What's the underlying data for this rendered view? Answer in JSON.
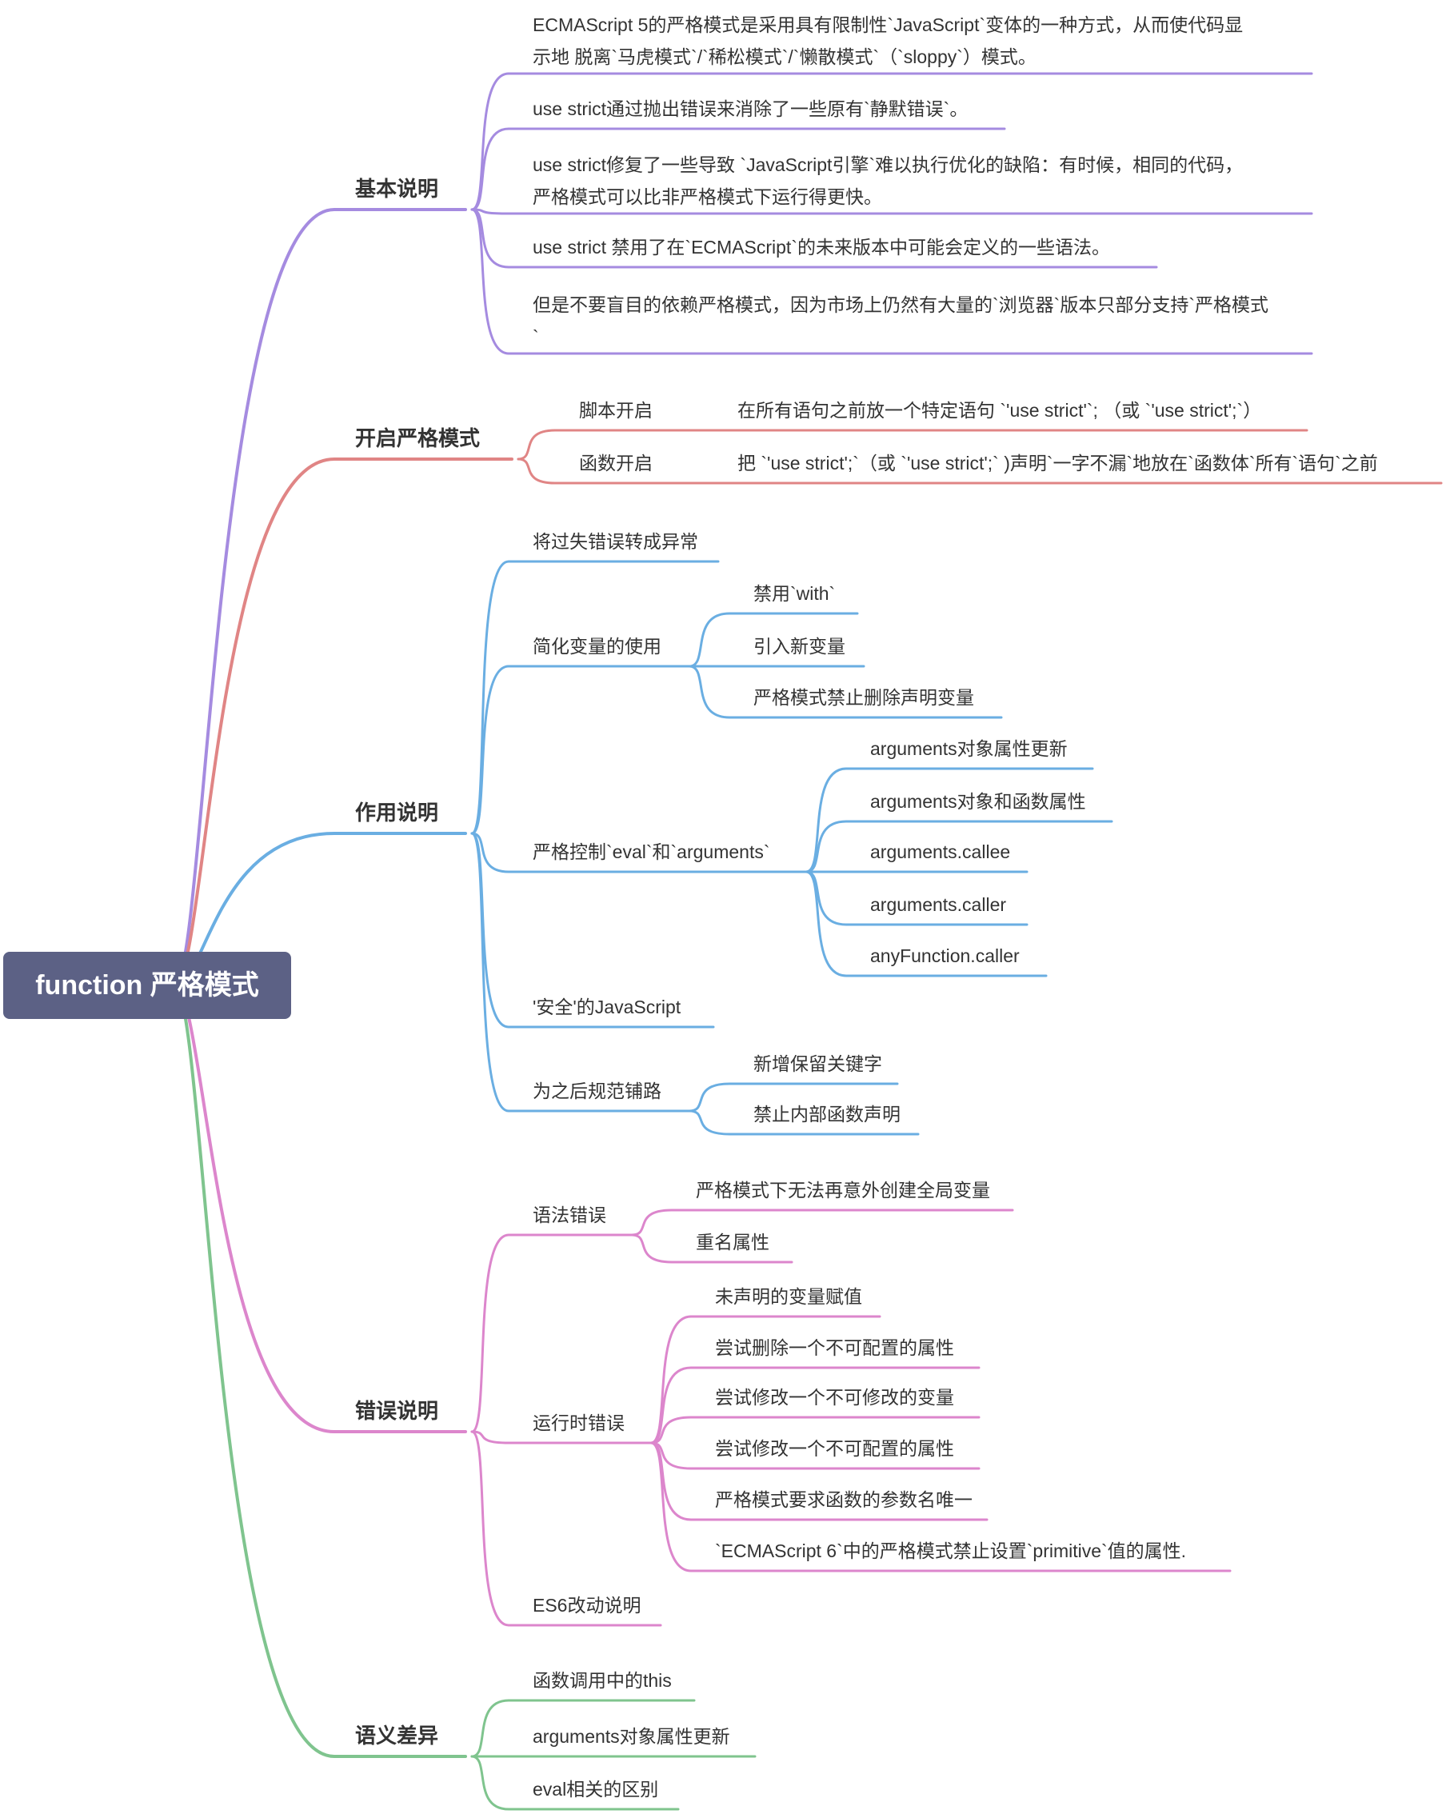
{
  "root": "function 严格模式",
  "colors": {
    "purple": "#a58be0",
    "red": "#e08585",
    "blue": "#6aaee2",
    "pink": "#dc86cc",
    "green": "#7fc48e",
    "root_bg": "#5c6185"
  },
  "branches": [
    {
      "id": "basic",
      "label": "基本说明",
      "color": "purple",
      "children": [
        {
          "id": "b1",
          "lines": [
            "ECMAScript 5的严格模式是采用具有限制性`JavaScript`变体的一种方式，从而使代码显",
            "示地 脱离`马虎模式`/`稀松模式`/`懒散模式`（`sloppy`）模式。"
          ]
        },
        {
          "id": "b2",
          "lines": [
            "use strict通过抛出错误来消除了一些原有`静默错误`。"
          ]
        },
        {
          "id": "b3",
          "lines": [
            "use strict修复了一些导致 `JavaScript引擎`难以执行优化的缺陷：有时候，相同的代码，",
            "严格模式可以比非严格模式下运行得更快。"
          ]
        },
        {
          "id": "b4",
          "lines": [
            "use strict 禁用了在`ECMAScript`的未来版本中可能会定义的一些语法。"
          ]
        },
        {
          "id": "b5",
          "lines": [
            "但是不要盲目的依赖严格模式，因为市场上仍然有大量的`浏览器`版本只部分支持`严格模式",
            "`"
          ]
        }
      ]
    },
    {
      "id": "enable",
      "label": "开启严格模式",
      "color": "red",
      "children": [
        {
          "id": "e1",
          "label": "脚本开启",
          "children": [
            {
              "id": "e1a",
              "label": "在所有语句之前放一个特定语句 `'use strict'`; （或 `'use strict';`）"
            }
          ]
        },
        {
          "id": "e2",
          "label": "函数开启",
          "children": [
            {
              "id": "e2a",
              "label": "把 `'use strict';`（或 `'use strict';` )声明`一字不漏`地放在`函数体`所有`语句`之前"
            }
          ]
        }
      ]
    },
    {
      "id": "effect",
      "label": "作用说明",
      "color": "blue",
      "children": [
        {
          "id": "f1",
          "label": "将过失错误转成异常"
        },
        {
          "id": "f2",
          "label": "简化变量的使用",
          "children": [
            {
              "id": "f2a",
              "label": "禁用`with`"
            },
            {
              "id": "f2b",
              "label": "引入新变量"
            },
            {
              "id": "f2c",
              "label": "严格模式禁止删除声明变量"
            }
          ]
        },
        {
          "id": "f3",
          "label": "严格控制`eval`和`arguments`",
          "children": [
            {
              "id": "f3a",
              "label": "arguments对象属性更新"
            },
            {
              "id": "f3b",
              "label": "arguments对象和函数属性"
            },
            {
              "id": "f3c",
              "label": "arguments.callee"
            },
            {
              "id": "f3d",
              "label": "arguments.caller"
            },
            {
              "id": "f3e",
              "label": "anyFunction.caller"
            }
          ]
        },
        {
          "id": "f4",
          "label": "'安全'的JavaScript"
        },
        {
          "id": "f5",
          "label": "为之后规范铺路",
          "children": [
            {
              "id": "f5a",
              "label": "新增保留关键字"
            },
            {
              "id": "f5b",
              "label": "禁止内部函数声明"
            }
          ]
        }
      ]
    },
    {
      "id": "errors",
      "label": "错误说明",
      "color": "pink",
      "children": [
        {
          "id": "r1",
          "label": "语法错误",
          "children": [
            {
              "id": "r1a",
              "label": "严格模式下无法再意外创建全局变量"
            },
            {
              "id": "r1b",
              "label": "重名属性"
            }
          ]
        },
        {
          "id": "r2",
          "label": "运行时错误",
          "children": [
            {
              "id": "r2a",
              "label": "未声明的变量赋值"
            },
            {
              "id": "r2b",
              "label": "尝试删除一个不可配置的属性"
            },
            {
              "id": "r2c",
              "label": "尝试修改一个不可修改的变量"
            },
            {
              "id": "r2d",
              "label": "尝试修改一个不可配置的属性"
            },
            {
              "id": "r2e",
              "label": "严格模式要求函数的参数名唯一"
            },
            {
              "id": "r2f",
              "label": "`ECMAScript 6`中的严格模式禁止设置`primitive`值的属性."
            }
          ]
        },
        {
          "id": "r3",
          "label": "ES6改动说明"
        }
      ]
    },
    {
      "id": "semantic",
      "label": "语义差异",
      "color": "green",
      "children": [
        {
          "id": "s1",
          "label": "函数调用中的this"
        },
        {
          "id": "s2",
          "label": "arguments对象属性更新"
        },
        {
          "id": "s3",
          "label": "eval相关的区别"
        }
      ]
    }
  ]
}
